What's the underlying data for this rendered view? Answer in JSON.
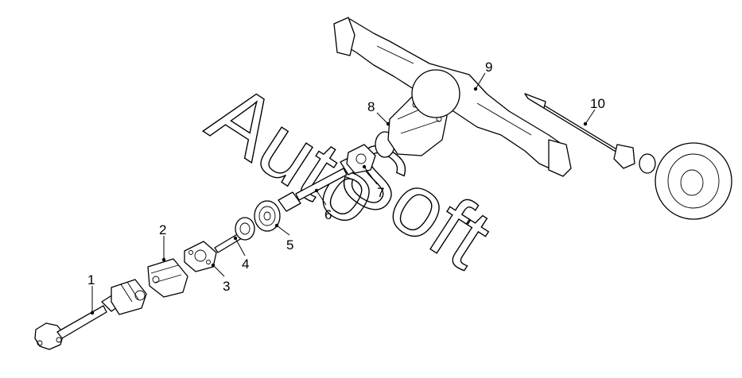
{
  "watermark": {
    "line1": "Auto",
    "line2": "Soft"
  },
  "callouts": [
    {
      "id": "1",
      "label": "1"
    },
    {
      "id": "2",
      "label": "2"
    },
    {
      "id": "3",
      "label": "3"
    },
    {
      "id": "4",
      "label": "4"
    },
    {
      "id": "5",
      "label": "5"
    },
    {
      "id": "6",
      "label": "6"
    },
    {
      "id": "7",
      "label": "7"
    },
    {
      "id": "8",
      "label": "8"
    },
    {
      "id": "9",
      "label": "9"
    },
    {
      "id": "10",
      "label": "10"
    }
  ],
  "colors": {
    "line": "#000000",
    "background": "#ffffff"
  }
}
